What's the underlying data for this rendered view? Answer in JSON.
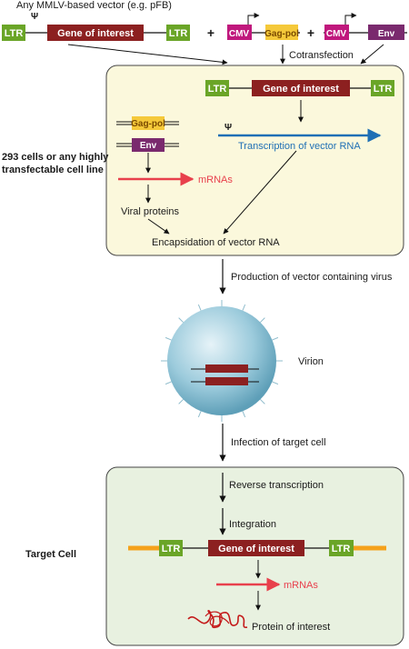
{
  "top_vector": {
    "caption": "Any MMLV-based vector (e.g. pFB)",
    "psi": "Ψ",
    "ltr_left": "LTR",
    "gene": "Gene of interest",
    "ltr_right": "LTR"
  },
  "plus_1": "+",
  "plus_2": "+",
  "helper_1": {
    "promoter": "CMV",
    "gene": "Gag-pol"
  },
  "helper_2": {
    "promoter": "CMV",
    "gene": "Env"
  },
  "cotransfection": "Cotransfection",
  "packaging_cell": {
    "side_label_line1": "293 cells or any highly",
    "side_label_line2": "transfectable cell line",
    "ltr_left": "LTR",
    "gene": "Gene of interest",
    "ltr_right": "LTR",
    "psi": "Ψ",
    "transcription": "Transcription of vector RNA",
    "gagpol": "Gag-pol",
    "env": "Env",
    "mrnas": "mRNAs",
    "viral_proteins": "Viral proteins",
    "encapsidation": "Encapsidation of vector RNA"
  },
  "production": "Production of vector containing virus",
  "virion": "Virion",
  "infection": "Infection of target cell",
  "target_cell": {
    "side_label": "Target Cell",
    "reverse_transcription": "Reverse transcription",
    "integration": "Integration",
    "ltr_left": "LTR",
    "gene": "Gene of interest",
    "ltr_right": "LTR",
    "mrnas": "mRNAs",
    "protein": "Protein of interest"
  },
  "colors": {
    "ltr": "#6aa527",
    "gene": "#8c2020",
    "cmv": "#c0187d",
    "gagpol": "#f5c93a",
    "env": "#7a2a6e",
    "packaging_bg": "#fbf8dc",
    "target_bg": "#e8f1e0",
    "mrna": "#e8404c",
    "transcription": "#1f6fb5",
    "orange_dna": "#f5a21c"
  }
}
